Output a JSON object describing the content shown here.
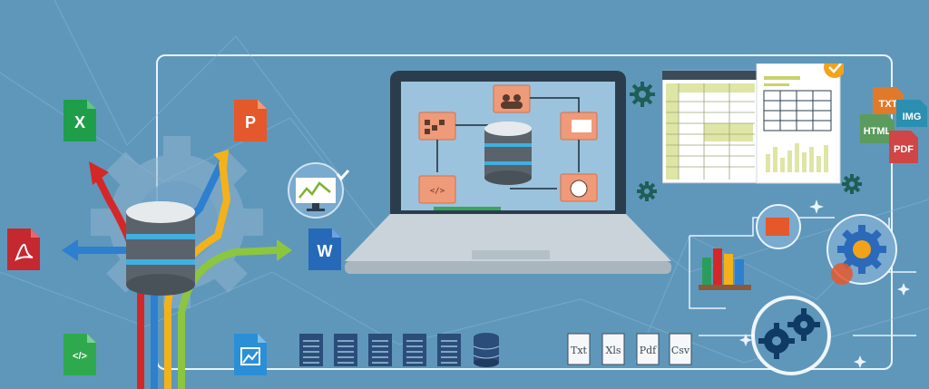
{
  "colors": {
    "background": "#5f97bb",
    "excel": "#1f9e4a",
    "powerpoint": "#e4582b",
    "pdf": "#c6282f",
    "word": "#2569b8",
    "html": "#5b9c5e",
    "txt": "#e07a2a",
    "img": "#2a8fb0",
    "spreadsheet_highlight": "#dfe5a5"
  },
  "file_icons": {
    "excel": "X",
    "powerpoint": "P",
    "word": "W",
    "code": "</>",
    "pdf_badge": "PDF",
    "txt_badge": "TXT",
    "img_badge": "IMG",
    "html_badge": "HTML"
  },
  "doc_formats": [
    "Txt",
    "Xls",
    "Pdf",
    "Csv"
  ],
  "icons": [
    "excel-file-icon",
    "powerpoint-file-icon",
    "pdf-file-icon",
    "word-file-icon",
    "code-file-icon",
    "image-file-icon",
    "database-icon",
    "monitor-chart-icon",
    "gear-icon",
    "books-icon",
    "document-stack-icon",
    "laptop-icon"
  ]
}
